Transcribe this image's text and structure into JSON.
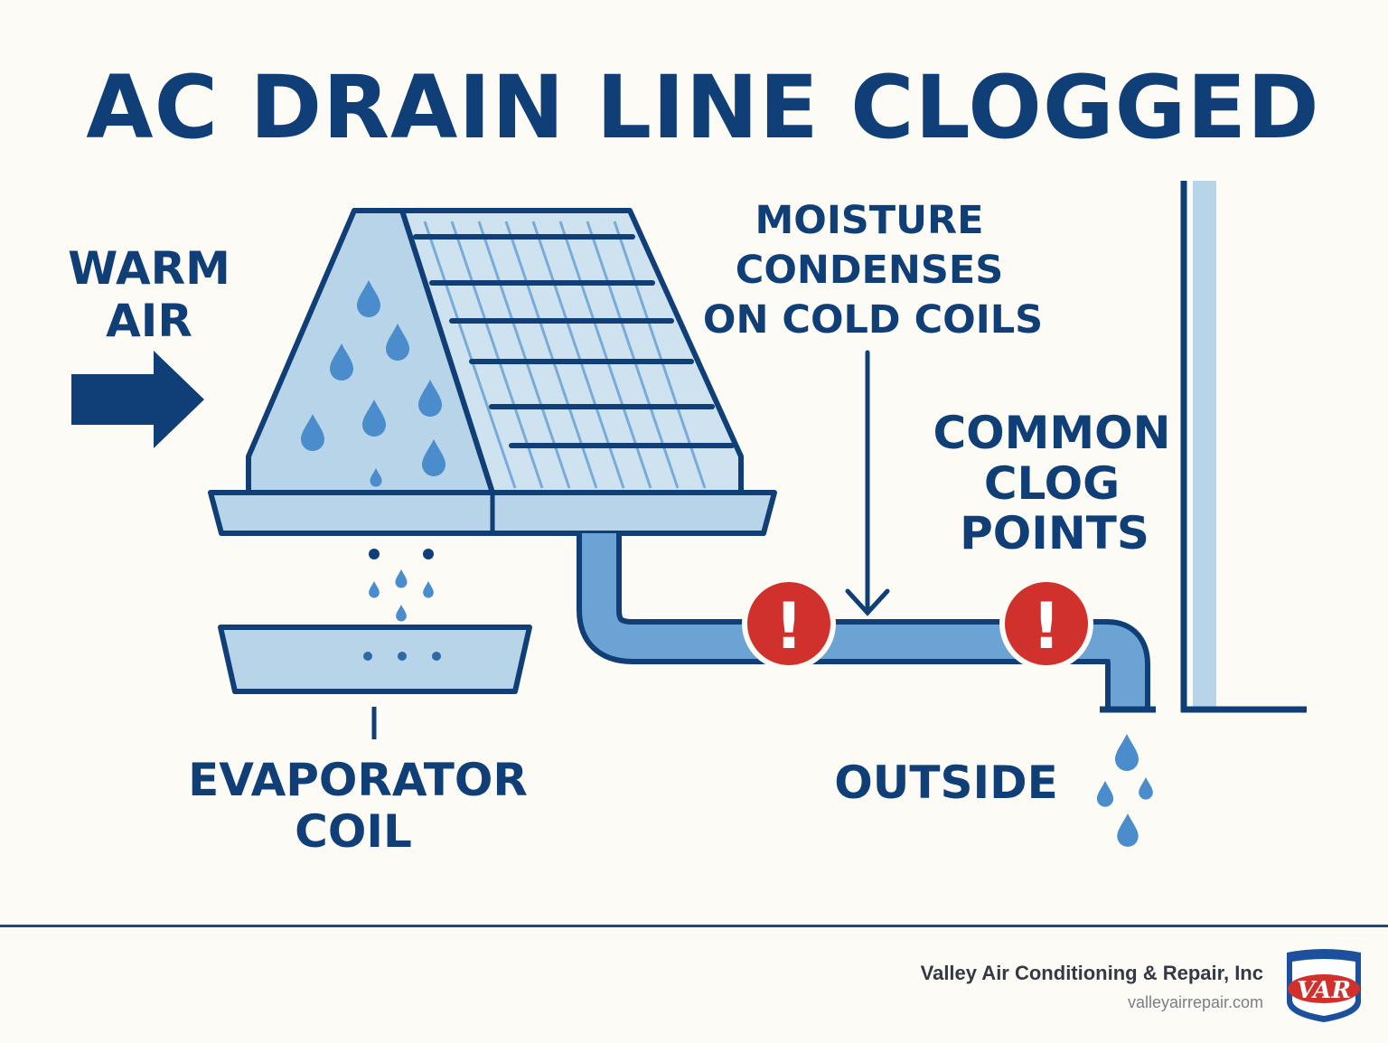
{
  "title": "AC DRAIN LINE CLOGGED",
  "labels": {
    "warm_air": [
      "WARM",
      "AIR"
    ],
    "moisture": [
      "MOISTURE",
      "CONDENSES",
      "ON COLD COILS"
    ],
    "clog_points": [
      "COMMON",
      "CLOG",
      "POINTS"
    ],
    "evaporator": [
      "EVAPORATOR",
      "COIL"
    ],
    "outside": "OUTSIDE"
  },
  "alert_symbol": "!",
  "footer": {
    "company": "Valley Air Conditioning & Repair, Inc",
    "url": "valleyairrepair.com",
    "logo_text": "VAR"
  },
  "colors": {
    "navy": "#103f78",
    "light_blue": "#b7d4e8",
    "mid_blue": "#6aa3d4",
    "drop_blue": "#4a8ccc",
    "alert_red": "#d0312d",
    "background": "#fcfbf6"
  },
  "icons": [
    "arrow-right-icon",
    "water-drop-icon",
    "alert-icon",
    "down-arrow-icon"
  ]
}
